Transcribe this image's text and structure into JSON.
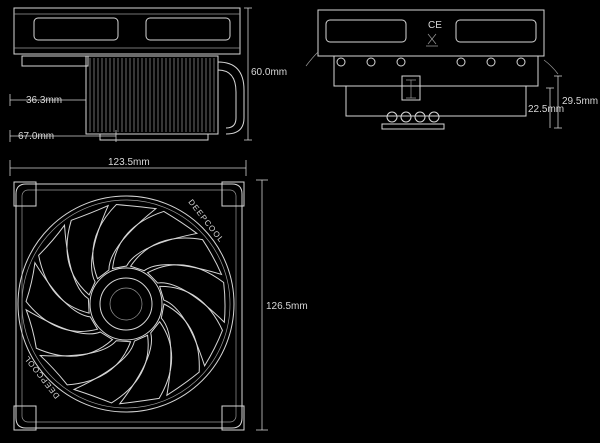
{
  "dimensions": {
    "height_total": "60.0mm",
    "heatsink_offset_a": "36.3mm",
    "heatsink_offset_b": "67.0mm",
    "width_fan": "123.5mm",
    "height_fan": "126.5mm",
    "side_height_a": "29.5mm",
    "side_height_b": "22.5mm"
  },
  "logos": {
    "ce_mark": "CE",
    "brand_mark": "DEEPCOOL"
  },
  "colors": {
    "background": "#000000",
    "line": "#d6d6d6"
  }
}
